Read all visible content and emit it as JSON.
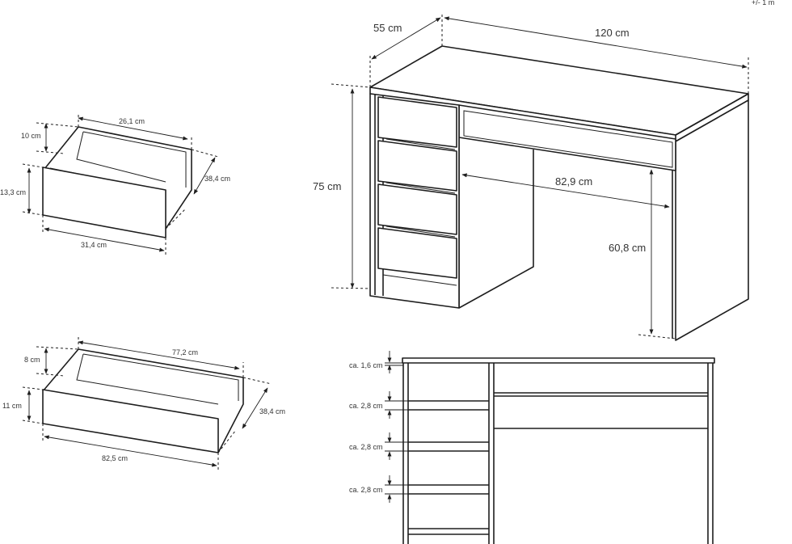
{
  "corner_label": "+/- 1 m",
  "desk": {
    "depth": "55 cm",
    "width": "120 cm",
    "height": "75 cm",
    "legroom_width": "82,9 cm",
    "legroom_height": "60,8 cm"
  },
  "small_drawer": {
    "inner_width": "26,1 cm",
    "inner_height": "10 cm",
    "front_height": "13,3 cm",
    "depth": "38,4 cm",
    "front_width": "31,4 cm"
  },
  "large_drawer": {
    "inner_width": "77,2 cm",
    "inner_height": "8 cm",
    "front_height": "11 cm",
    "depth": "38,4 cm",
    "front_width": "82,5 cm"
  },
  "front_view": {
    "gaps": [
      "ca. 1,6 cm",
      "ca. 2,8 cm",
      "ca. 2,8 cm",
      "ca. 2,8 cm"
    ]
  }
}
